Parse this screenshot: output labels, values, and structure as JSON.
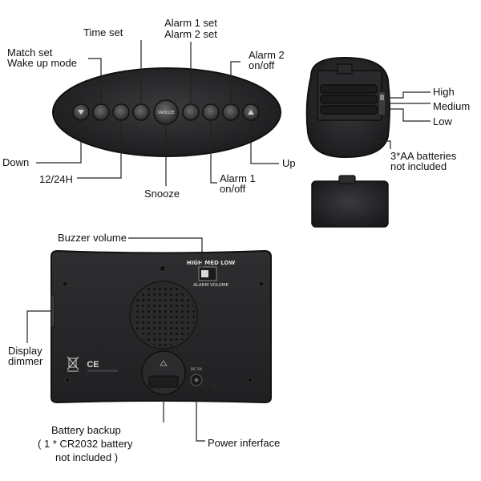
{
  "top_panel": {
    "labels": {
      "match_set": "Match set",
      "wake_up_mode": "Wake up mode",
      "time_set": "Time set",
      "alarm1_set": "Alarm 1 set",
      "alarm2_set": "Alarm 2 set",
      "alarm2_onoff_line1": "Alarm 2",
      "alarm2_onoff_line2": "on/off",
      "down": "Down",
      "h1224": "12/24H",
      "snooze": "Snooze",
      "alarm1_onoff_line1": "Alarm 1",
      "alarm1_onoff_line2": "on/off",
      "up": "Up"
    },
    "snooze_button_text": "SNOOZE"
  },
  "battery_compartment": {
    "labels": {
      "high": "High",
      "medium": "Medium",
      "low": "Low",
      "batteries_line1": "3*AA batteries",
      "batteries_line2": "not included"
    }
  },
  "back_panel": {
    "labels": {
      "buzzer_volume": "Buzzer volume",
      "display_dimmer_line1": "Display",
      "display_dimmer_line2": "dimmer",
      "battery_backup_line1": "Battery backup",
      "battery_backup_line2": "( 1 * CR2032 battery",
      "battery_backup_line3": "not included )",
      "power_interface": "Power inferface"
    },
    "volume_switch_text": "HIGH MED LOW",
    "volume_caption": "ALARM VOLUME",
    "ce_mark": "CE",
    "dc_text": "DC 5V"
  }
}
